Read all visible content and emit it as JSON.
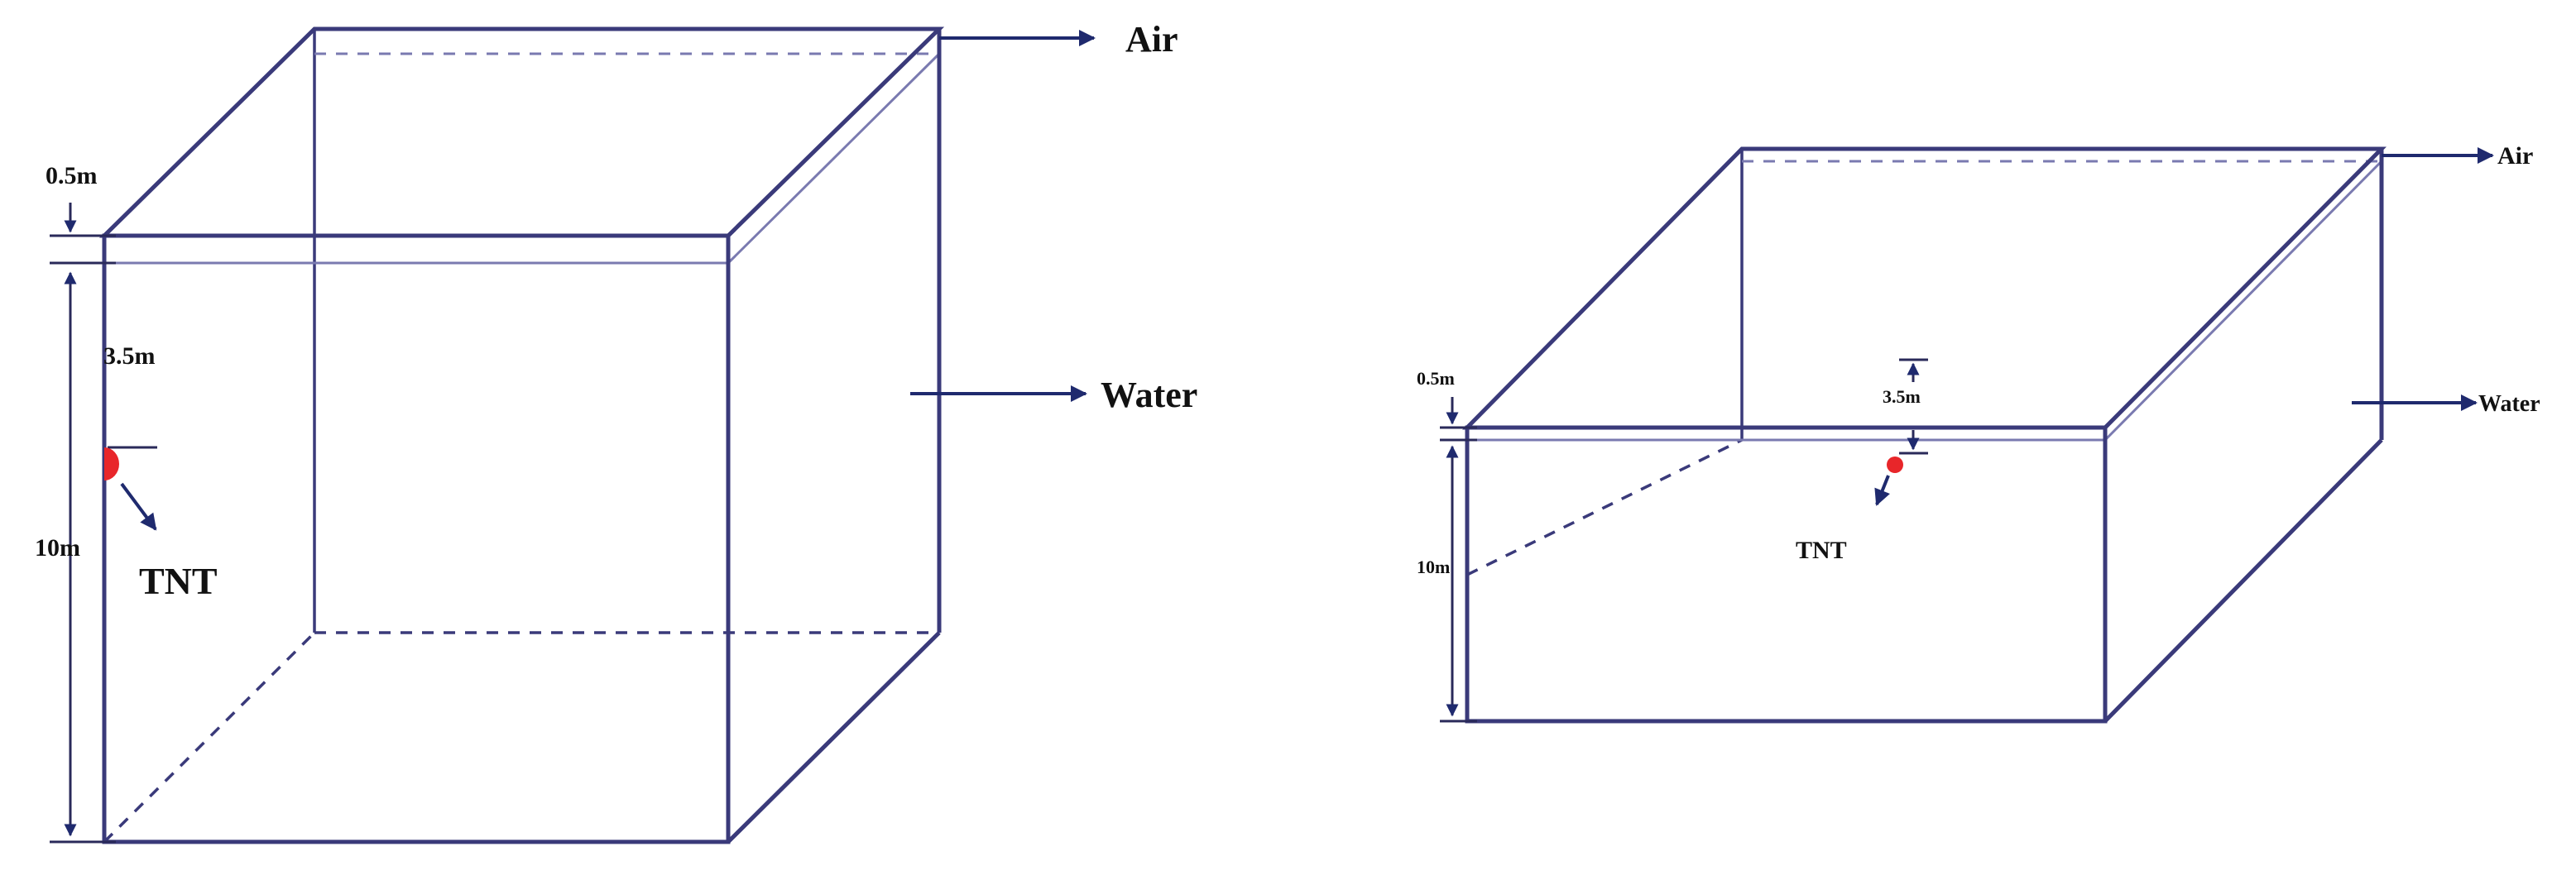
{
  "figures": [
    {
      "labels": {
        "air": "Air",
        "water": "Water",
        "tnt": "TNT",
        "air_depth": "0.5m",
        "charge_depth": "3.5m",
        "water_depth": "10m"
      }
    },
    {
      "labels": {
        "air": "Air",
        "water": "Water",
        "tnt": "TNT",
        "air_depth": "0.5m",
        "charge_depth": "3.5m",
        "water_depth": "10m"
      }
    }
  ],
  "colors": {
    "line": "#3a3a7a",
    "arrow": "#1f2a6e",
    "charge": "#e8262a"
  }
}
